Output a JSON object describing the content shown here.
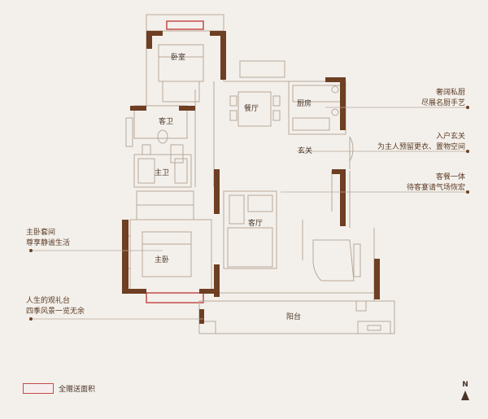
{
  "rooms": {
    "bedroom": "卧室",
    "dining": "餐厅",
    "kitchen": "厨房",
    "guest_bath": "客卫",
    "entrance": "玄关",
    "master_bath": "主卫",
    "living": "客厅",
    "master_bedroom": "主卧",
    "balcony": "阳台"
  },
  "callouts": {
    "kitchen_line1": "奢阔私厨",
    "kitchen_line2": "尽展名厨手艺",
    "entrance_line1": "入户玄关",
    "entrance_line2": "为主人预留更衣、置物空间",
    "living_line1": "客餐一体",
    "living_line2": "待客宴请气场恢宏",
    "master_line1": "主卧套间",
    "master_line2": "尊享静谧生活",
    "balcony_line1": "人生的观礼台",
    "balcony_line2": "四季风景一览无余"
  },
  "legend": {
    "label": "全赠送面积"
  },
  "compass": {
    "letter": "N"
  },
  "colors": {
    "wall": "#6e3f22",
    "line": "#b8a898",
    "gift_area": "#c44a4a",
    "text": "#4a3426",
    "background": "#f3f0ec"
  }
}
